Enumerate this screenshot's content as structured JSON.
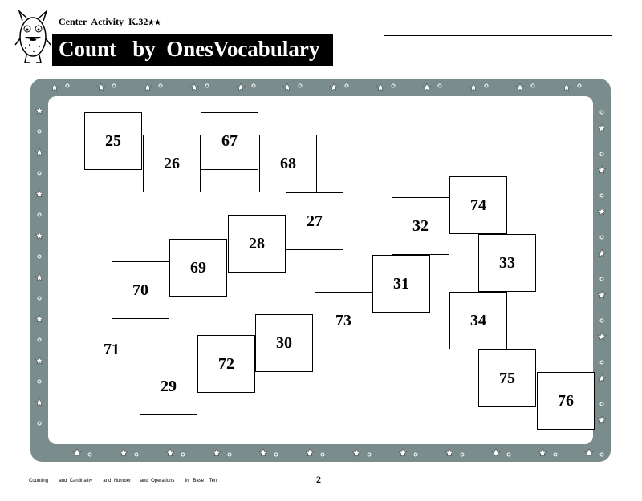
{
  "header": {
    "activity_label": "Center  Activity  K.32",
    "stars": "★★",
    "title": "Count   by  OnesVocabulary"
  },
  "grid": {
    "cells": [
      "25",
      "26",
      "67",
      "68",
      "27",
      "28",
      "69",
      "70",
      "71",
      "29",
      "72",
      "30",
      "73",
      "31",
      "32",
      "74",
      "33",
      "34",
      "75",
      "76"
    ]
  },
  "footer": {
    "text": "Counting        and  Cardinality        and  Number       and  Operations        in   Base    Ten",
    "page_number": "2"
  },
  "colors": {
    "frame": "#7a8c8c",
    "title_bar": "#000000"
  },
  "icons": {
    "mascot": "monster-mascot-icon",
    "frame_decoration": "stars-and-moons-icon"
  }
}
